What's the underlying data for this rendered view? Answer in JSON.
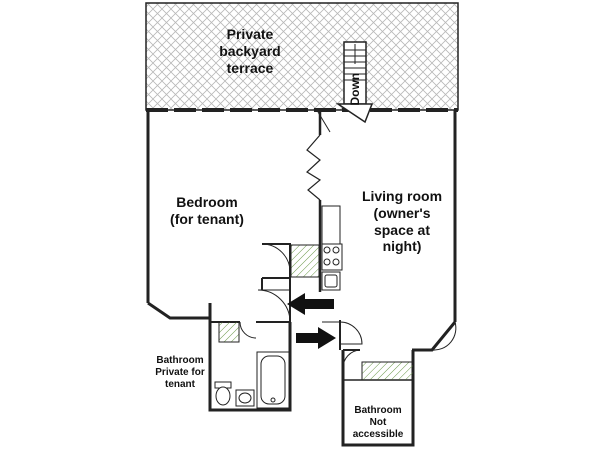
{
  "rooms": {
    "terrace": {
      "line1": "Private",
      "line2": "backyard",
      "line3": "terrace"
    },
    "bedroom": {
      "line1": "Bedroom",
      "line2": "(for tenant)"
    },
    "living": {
      "line1": "Living room",
      "line2": "(owner's",
      "line3": "space at",
      "line4": "night)"
    },
    "bath_private": {
      "line1": "Bathroom",
      "line2": "Private for",
      "line3": "tenant"
    },
    "bath_na": {
      "line1": "Bathroom",
      "line2": "Not",
      "line3": "accessible"
    }
  },
  "stairs": {
    "label": "Down"
  },
  "colors": {
    "wall": "#222222",
    "hatch": "#b8b8b8",
    "green_hatch": "#6c9a4c",
    "arrow": "#111111"
  }
}
